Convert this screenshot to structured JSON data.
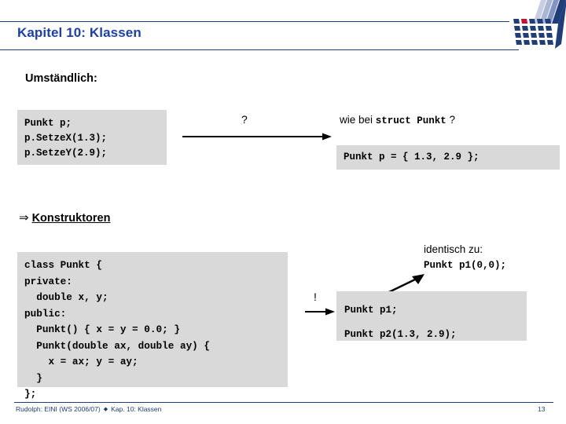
{
  "slide": {
    "title": "Kapitel 10: Klassen",
    "section_heading": "Umständlich:",
    "page_number": "13"
  },
  "colors": {
    "title_blue": "#1a3fb0",
    "rule_blue": "#1f3d7a",
    "code_background": "#d9d9d9",
    "logo_dark_blue": "#1f3d7a",
    "logo_mid_blue": "#7b8fc4",
    "logo_light_blue": "#b9c4de",
    "logo_red": "#c8102e",
    "text_black": "#000000"
  },
  "code_blocks": {
    "umstaendlich": "Punkt p;\np.SetzeX(1.3);\np.SetzeY(2.9);",
    "struct_init": "Punkt p = { 1.3, 2.9 };",
    "class_definition": "class Punkt {\nprivate:\n  double x, y;\npublic:\n  Punkt() { x = y = 0.0; }\n  Punkt(double ax, double ay) {\n    x = ax; y = ay;\n  }\n};",
    "objects": "Punkt p1;\nPunkt p2(1.3, 2.9);"
  },
  "annotations": {
    "question_mark": "?",
    "exclamation_mark": "!",
    "wie_bei_prefix": "wie bei ",
    "wie_bei_code": "struct Punkt",
    "wie_bei_suffix": " ?",
    "konstruktoren_arrow": "⇒",
    "konstruktoren_label": "Konstruktoren",
    "identisch_zu": "identisch zu:",
    "identisch_zu_code": "Punkt p1(0,0);"
  },
  "footer": {
    "author_course": "Rudolph: EINI (WS 2006/07)",
    "bullet": "◆",
    "chapter": "Kap. 10: Klassen"
  }
}
